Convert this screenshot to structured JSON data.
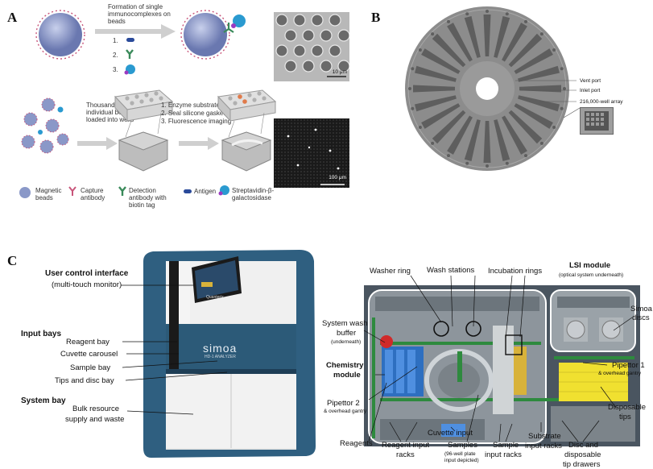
{
  "panels": {
    "a": "A",
    "b": "B",
    "c": "C"
  },
  "panel_a": {
    "formation_title": "Formation of single immunocomplexes on beads",
    "steps": [
      "1.",
      "2.",
      "3."
    ],
    "thousands_text": "Thousands of individual beads loaded into wells",
    "process_steps": [
      "1. Enzyme substrate",
      "2. Seal silicone gasket",
      "3. Fluorescence imaging"
    ],
    "scale_top": "10 μm",
    "scale_bottom": "100 μm",
    "legend": {
      "magnetic_beads": "Magnetic beads",
      "capture_antibody": "Capture antibody",
      "detection_antibody": "Detection antibody with biotin tag",
      "antigen": "Antigen",
      "streptavidin": "Streptavidin-β-galactosidase"
    },
    "colors": {
      "bead": "#8a98c8",
      "antibody": "#c8557a",
      "detection": "#3a8a5a",
      "antigen": "#2a4a9a",
      "enzyme": "#2a9ad0"
    }
  },
  "panel_b": {
    "labels": [
      "Vent port",
      "Inlet port",
      "216,000-well array"
    ],
    "disc_color": "#8c8c8c"
  },
  "panel_c": {
    "left": {
      "user_control": "User control interface",
      "multi_touch": "(multi-touch monitor)",
      "input_bays": "Input bays",
      "reagent_bay": "Reagent bay",
      "cuvette_carousel": "Cuvette carousel",
      "sample_bay": "Sample bay",
      "tips_disc_bay": "Tips and disc bay",
      "system_bay": "System bay",
      "bulk_resource": "Bulk resource",
      "supply_waste": "supply and waste",
      "brand": "simoa",
      "model": "HD-1 ANALYZER",
      "monitor_brand": "Quanterix"
    },
    "right": {
      "washer_ring": "Washer ring",
      "wash_stations": "Wash stations",
      "incubation_rings": "Incubation rings",
      "lsi_module": "LSI module",
      "optical": "(optical system underneath)",
      "system_wash": "System wash",
      "buffer": "buffer",
      "underneath": "(underneath)",
      "simoa": "Simoa",
      "discs": "discs",
      "chemistry": "Chemistry",
      "module": "module",
      "pipettor1": "Pipettor 1",
      "overhead1": "& overhead gantry",
      "pipettor2": "Pipettor 2",
      "overhead2": "& overhead gantry",
      "disposable": "Disposable",
      "tips": "tips",
      "reagents": "Reagents",
      "cuvette_input": "Cuvette input",
      "reagent_input": "Reagent input",
      "racks": "racks",
      "samples": "Samples",
      "samples_sub1": "(96-well plate",
      "samples_sub2": "input depicted)",
      "sample_input": "Sample",
      "input_racks": "input racks",
      "substrate": "Substrate",
      "substrate_racks": "input racks",
      "disc_and": "Disc and",
      "disposable2": "disposable",
      "tip_drawers": "tip drawers"
    }
  }
}
